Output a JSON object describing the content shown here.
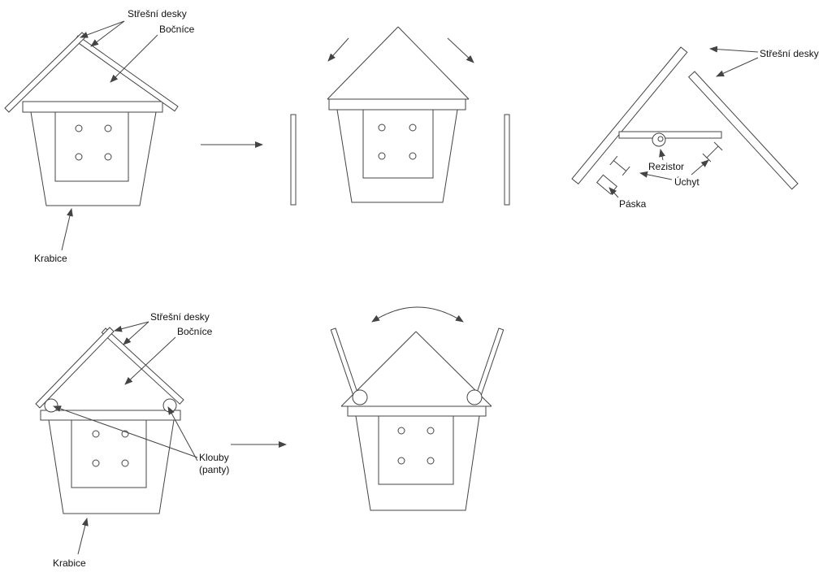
{
  "diagram": {
    "background": "#ffffff",
    "line_color": "#444444",
    "labels": {
      "roof_boards": "Střešní desky",
      "side_panel": "Bočníce",
      "box": "Krabice",
      "resistor": "Rezistor",
      "mount": "Úchyt",
      "tape": "Páska",
      "hinges_line1": "Klouby",
      "hinges_line2": "(panty)"
    }
  }
}
